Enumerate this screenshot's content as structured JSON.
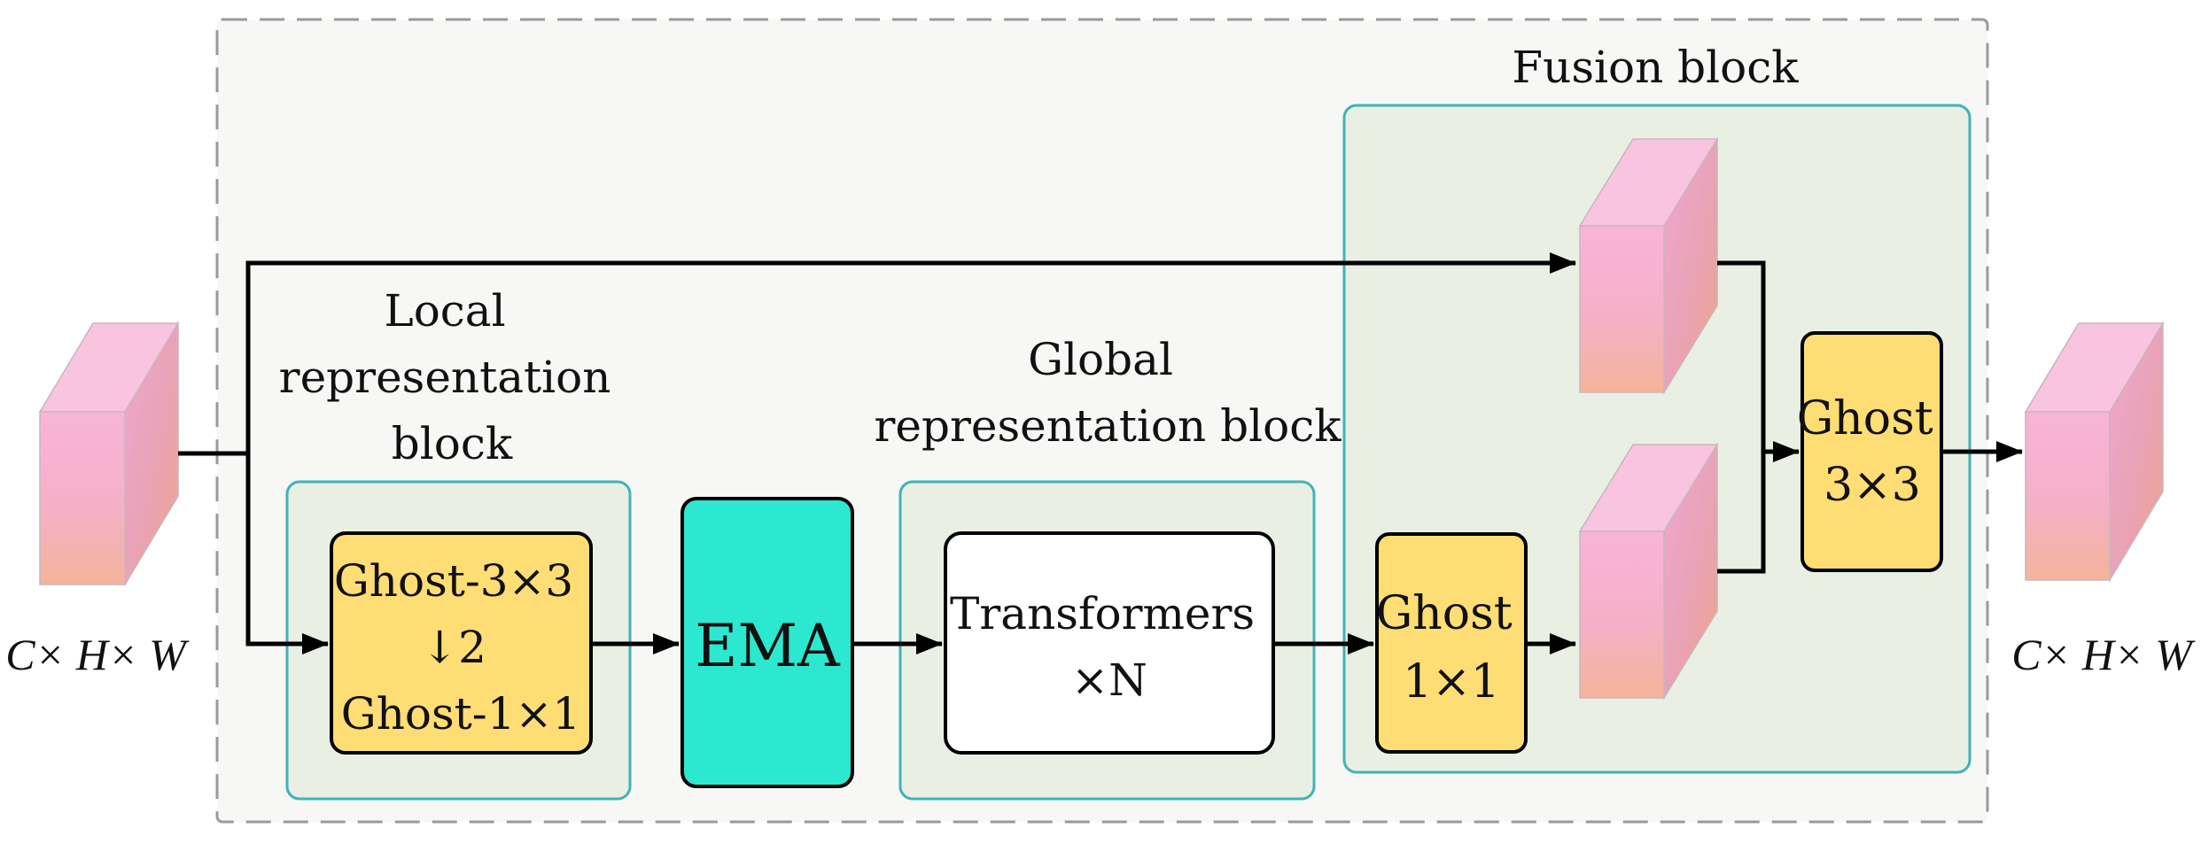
{
  "labels": {
    "input_dims": "C× H× W",
    "output_dims": "C× H× W",
    "local_block_title": [
      "Local",
      "representation",
      "block"
    ],
    "global_block_title": [
      "Global",
      "representation block"
    ],
    "fusion_block_title": "Fusion block"
  },
  "nodes": {
    "local_ghost": [
      "Ghost-3×3",
      "↓2",
      "Ghost-1×1"
    ],
    "ema": "EMA",
    "transformers": [
      "Transformers",
      "×N"
    ],
    "ghost_1x1": [
      "Ghost",
      "1×1"
    ],
    "ghost_3x3": [
      "Ghost",
      "3×3"
    ]
  },
  "colors": {
    "outer_region_fill": "#f7f7f5",
    "outer_region_border": "#9a9a9a",
    "block_fill": "#e9efe2",
    "block_border": "#3fb3b9",
    "ghost_fill": "#fedd75",
    "ema_fill": "#2de8d0",
    "transformer_fill": "#ffffff",
    "tensor_front": "#f7b1d2",
    "tensor_side": "#ee9fb8",
    "tensor_top": "#f9c1de",
    "arrow": "#000000"
  }
}
